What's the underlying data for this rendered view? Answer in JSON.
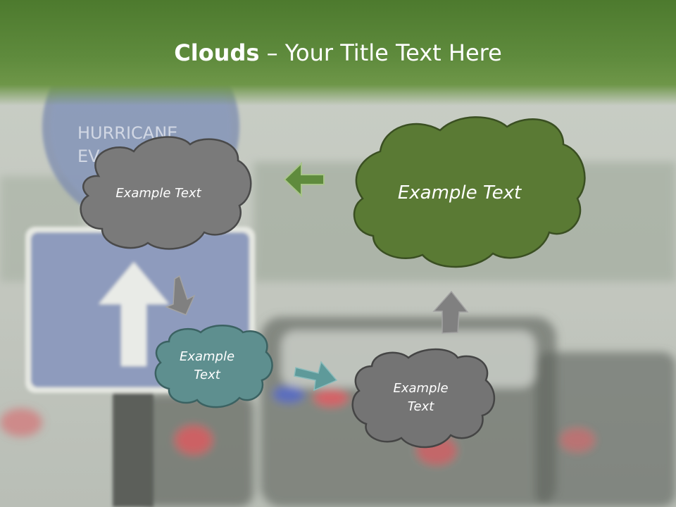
{
  "title": {
    "bold": "Clouds",
    "dash": " – ",
    "rest": "Your Title Text Here"
  },
  "background": {
    "sign_text_line1": "HURRICANE",
    "sign_text_line2": "EV"
  },
  "clouds": [
    {
      "id": "cloud-top-left",
      "text": "Example Text",
      "color": "#7a7a7a"
    },
    {
      "id": "cloud-top-right",
      "text": "Example Text",
      "color": "#5a7a34"
    },
    {
      "id": "cloud-mid-left",
      "text": "Example\nText",
      "color": "#5e8f8f"
    },
    {
      "id": "cloud-bottom-right",
      "text": "Example\nText",
      "color": "#747474"
    }
  ],
  "colors": {
    "header": "#5a8738",
    "arrow_green": "#5f8b3d",
    "arrow_gray": "#808080",
    "arrow_teal": "#5e9a9a"
  }
}
